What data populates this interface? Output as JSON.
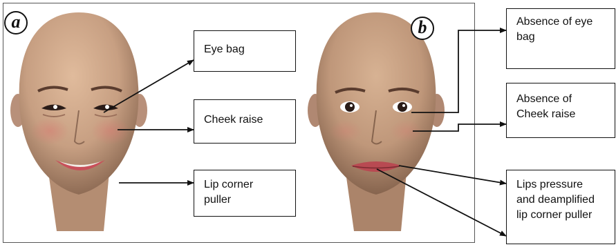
{
  "panels": [
    {
      "id": "a",
      "badge": "a",
      "face_description": "smiling 3D female face",
      "labels": [
        {
          "key": "eye_bag",
          "text": "Eye bag"
        },
        {
          "key": "cheek_raise",
          "text": "Cheek raise"
        },
        {
          "key": "lip_corner",
          "text": "Lip corner puller"
        }
      ]
    },
    {
      "id": "b",
      "badge": "b",
      "face_description": "neutral-lip 3D female face",
      "labels": [
        {
          "key": "absence_eye_bag",
          "text": "Absence of eye bag"
        },
        {
          "key": "absence_cheek",
          "text": "Absence of Cheek raise"
        },
        {
          "key": "lips_pressure",
          "text": "Lips pressure and deamplified lip corner puller"
        }
      ]
    }
  ],
  "colors": {
    "skin": "#c79f82",
    "skin_shadow": "#8f6c55",
    "lips_a": "#c8505a",
    "lips_b": "#b84a52",
    "arrow": "#111111"
  },
  "text": {
    "a_badge": "a",
    "b_badge": "b",
    "eye_bag": "Eye bag",
    "cheek_raise": "Cheek raise",
    "lip_corner_1": "Lip corner",
    "lip_corner_2": "puller",
    "abs_eye_1": "Absence of eye",
    "abs_eye_2": "bag",
    "abs_cheek_1": "Absence of",
    "abs_cheek_2": "Cheek raise",
    "lips_p_1": "Lips pressure",
    "lips_p_2": "and  deamplified",
    "lips_p_3": "lip corner puller"
  }
}
